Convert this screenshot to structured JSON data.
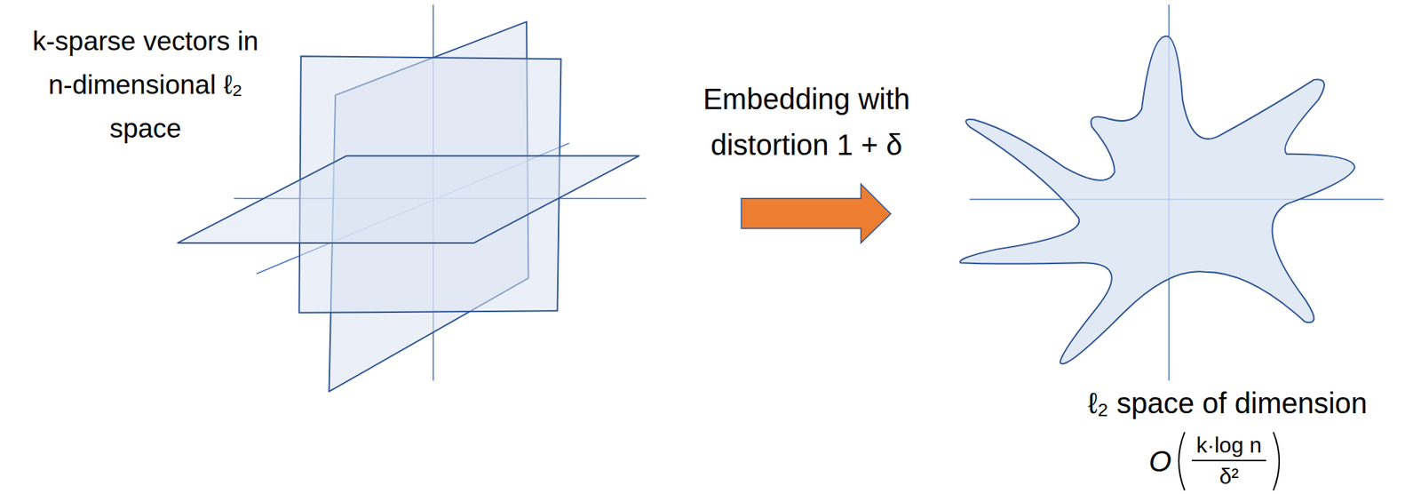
{
  "diagram": {
    "labels": [
      "k-sparse vectors in n-dimensional ℓ₂ space",
      "Embedding with distortion 1 + δ",
      "ℓ₂ space of dimension",
      "O",
      "k·log n",
      "δ²"
    ]
  }
}
